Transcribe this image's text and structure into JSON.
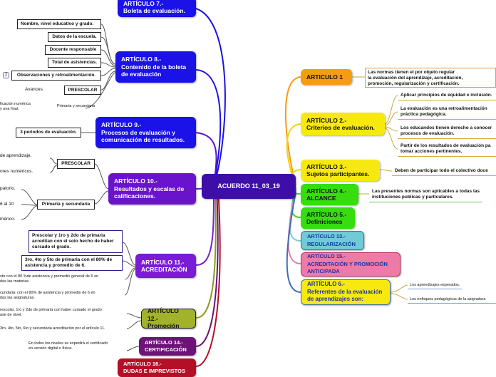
{
  "center": "ACUERDO 11_03_19",
  "left": {
    "art7": "ARTÍCULO 7.-\nBoleta de evaluación.",
    "art8": "ARTÍCULO 8.-\nContenido de la boleta\nde evaluación",
    "art8_items": [
      "Nombre, nivel educativo y grado.",
      "Datos de la escuela.",
      "Docente responsable",
      "Total de asistencias.",
      "Observaciones y retroalimentación."
    ],
    "art8_badge": "2",
    "art8_avances": "Avances",
    "art8_preescolar": "PRESCOLAR",
    "art8_prim_sec": "Primaria y secundaria",
    "art8_calif_note": "ficación numérica\ny una final.",
    "art9": "ARTÍCULO 9.-\nProcesos de evaluación y\ncomunicación de resultados.",
    "art9_periods": "3 periodos de evaluación.",
    "art10": "ARTÍCULO 10.-\nResultados y escalas de\ncalificaciones.",
    "art10_preescolar": "PRESCOLAR",
    "art10_prim_sec": "Primaria y secundaria",
    "art10_notes": [
      "de aprendizaje.",
      "ores numéricos.",
      "patorio.",
      "6 al 10",
      "mérico."
    ],
    "art11": "ARTÍCULO 11.-\nACREDITACIÓN",
    "art11_box1": "Prescolar y 1ro y 2do de primaria\nacreditan con el solo hecho de haber\ncursado el grado.",
    "art11_box2": "3ro, 4to y 5to de primaria con el 80% de\nasistencia y promedio de 6.",
    "art11_note1": "sto con el 80 %de asistencia y promedio general de 6 en\ndas las materias.",
    "art11_note2": "cundaria: con el 80% de asistencia y promedio de 6 en\ndas las asignaturas.",
    "art12": "ARTÍCULO 12.-\nPromoción",
    "art12_note1": "rescolar, 1ro y 2do de primaria con haber cursado el grado\nase de nivel.",
    "art12_note2": "3ro, 4to, 5to, 6to y secundaria acreditación por el artículo 11.",
    "art14": "ARTÍCULO 14.-\nCERTIFICACIÓN",
    "art14_note": "En todos los niveles se expedirá el certificado\nen versión digital o física.",
    "art16": "ARTÍCULO 16.-\nDUDAS E IMPREVISTOS"
  },
  "right": {
    "art1": "ARTICULO 1",
    "art1_text": "Las normas tienen el por objeto regular\nla evaluación del aprendizaje, acreditación,\npromoción, regularización y certificación.",
    "art2": "ARTÍCULO 2.-\nCriterios de evaluación.",
    "art2_items": [
      "Aplicar principios de equidad e inclusión.",
      "La evaluación es una retroalimentación\npráctica pedagógica.",
      "Los educandos tienen derecho a conocer\nprocesos de evaluación.",
      "Partir de los resultados de evaluación pa\ntomar acciones pertinentes."
    ],
    "art3": "ARTÍCULO 3.-\nSujetos participantes.",
    "art3_text": "Deben de participar todo el colectivo doce",
    "art4": "ARTÍCULO 4.-\nALCANCE",
    "art4_text": "Las presentes normas son aplicables a todas las\ninstituciones publicas y particulares.",
    "art5": "ARTÍCULO 5.-\nDefiniciones",
    "art13": "ARTÍCULO 13.-\nREGULARIZACIÓN",
    "art15": "ARTÍCULO 15.-\nACREDITACIÓN Y PROMOCIÓN\nANTICIPADA",
    "art6": "ARTÍCULO 6.-\nReferentes de la evaluación\nde aprendizajes son:",
    "art6_items": [
      "Los aprendizajes esperados.",
      "Los enfoques pedagógicos de la asignatura"
    ]
  },
  "colors": {
    "blue": "#1a12e6",
    "purple": "#6a13cc",
    "center": "#3d0fa8",
    "orange": "#f59c15",
    "yellow": "#f7e910",
    "green": "#37dd0f",
    "teal": "#71cad6",
    "pink": "#ee7aa6",
    "olive": "#a2b22a",
    "plum": "#6d1378",
    "crimson": "#b40f26"
  }
}
